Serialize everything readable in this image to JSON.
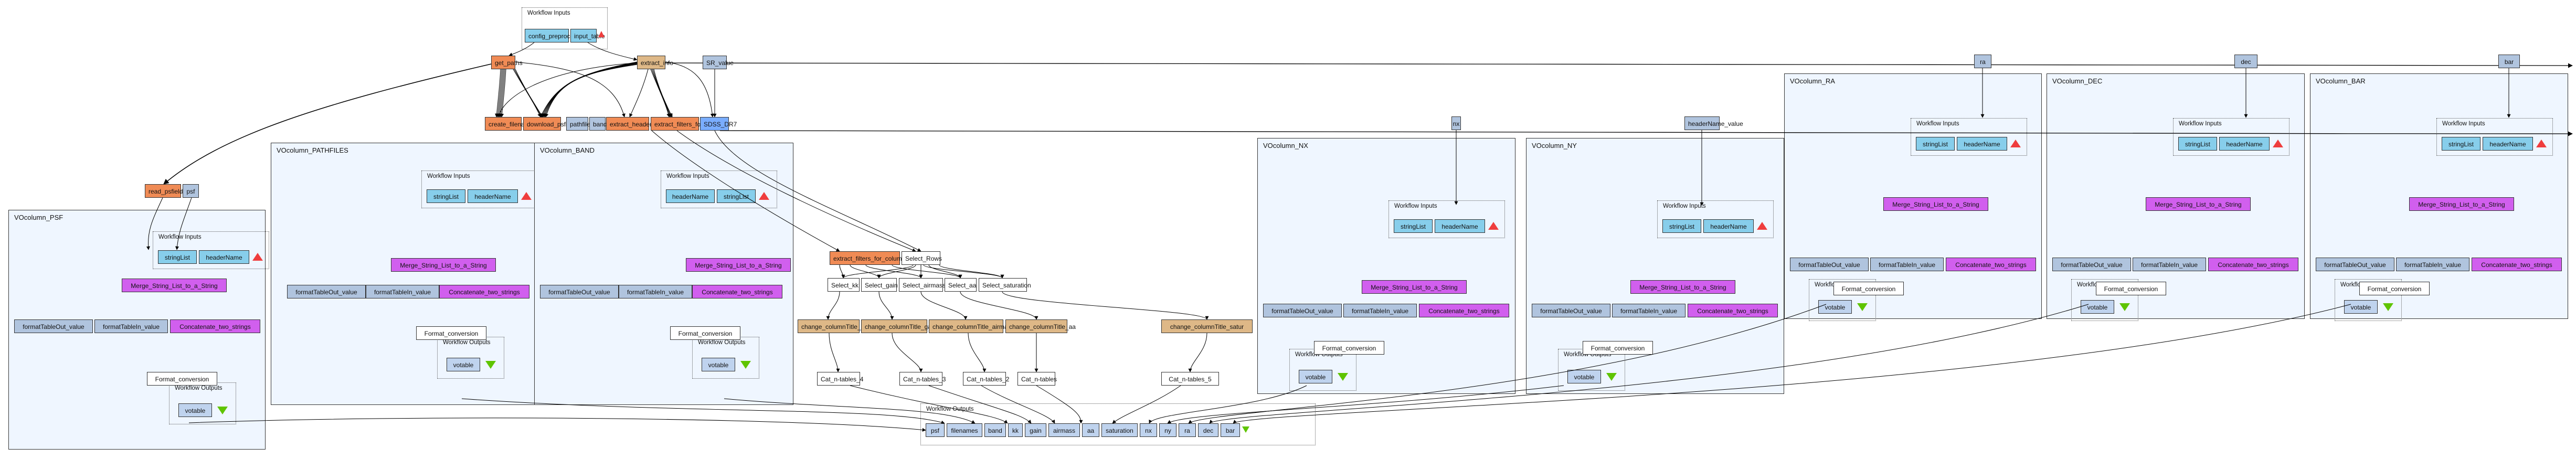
{
  "diagram": {
    "type": "taverna-workflow",
    "colors": {
      "workflow_input": "#87ceeb",
      "constant_value": "#b0c4de",
      "workflow_output": "#bfd3ee",
      "local_worker": "#f08b55",
      "beanshell": "#deb887",
      "merge_concat": "#d15fee",
      "plain": "#ffffff",
      "soap_service": "#7aadff",
      "cluster_bg": "#eff6ff",
      "input_marker": "#ef3d3d",
      "output_marker": "#5fc400"
    },
    "top_inputs": {
      "title": "Workflow Inputs",
      "items": [
        "config_preprocessing",
        "input_table"
      ]
    },
    "top_nodes": {
      "get_paths": "get_paths",
      "extract_info": "extract_info",
      "SR_value": "SR_value",
      "create_filenames": "create_filenames",
      "download_psfield": "download_psfield",
      "pathfiles": "pathfiles",
      "band": "band",
      "extract_header_band": "extract_header_band",
      "extract_filters_for_rows": "extract_filters_for_rows",
      "SDSS_DR7": "SDSS_DR7",
      "read_psfield": "read_psfield",
      "psf": "psf",
      "nx": "nx",
      "headerName_value": "headerName_value",
      "ra": "ra",
      "dec": "dec",
      "bar": "bar"
    },
    "middle_nodes": {
      "extract_filters_for_columns": "extract_filters_for_columns",
      "Select_Rows": "Select_Rows",
      "selects": [
        "Select_kk",
        "Select_gain",
        "Select_airmass",
        "Select_aa",
        "Select_saturation"
      ],
      "change_titles": [
        "change_columnTitle_kk",
        "change_columnTitle_gain",
        "change_columnTitle_airmass",
        "change_columnTitle_aa",
        "change_columnTitle_satur"
      ],
      "cats": [
        "Cat_n-tables_4",
        "Cat_n-tables_3",
        "Cat_n-tables_2",
        "Cat_n-tables",
        "Cat_n-tables_5"
      ]
    },
    "subworkflow_labels": {
      "inputs_title": "Workflow Inputs",
      "outputs_title": "Workflow Outputs",
      "stringList": "stringList",
      "headerName": "headerName",
      "merge": "Merge_String_List_to_a_String",
      "concat": "Concatenate_two_strings",
      "formatOut": "formatTableOut_value",
      "formatIn": "formatTableIn_value",
      "format": "Format_conversion",
      "votable": "votable"
    },
    "subworkflows": [
      {
        "title": "VOcolumn_PSF"
      },
      {
        "title": "VOcolumn_PATHFILES"
      },
      {
        "title": "VOcolumn_BAND"
      },
      {
        "title": "VOcolumn_NX"
      },
      {
        "title": "VOcolumn_NY"
      },
      {
        "title": "VOcolumn_RA"
      },
      {
        "title": "VOcolumn_DEC"
      },
      {
        "title": "VOcolumn_BAR"
      }
    ],
    "final_outputs": {
      "title": "Workflow Outputs",
      "items": [
        "psf",
        "filenames",
        "band",
        "kk",
        "gain",
        "airmass",
        "aa",
        "saturation",
        "nx",
        "ny",
        "ra",
        "dec",
        "bar"
      ]
    }
  }
}
